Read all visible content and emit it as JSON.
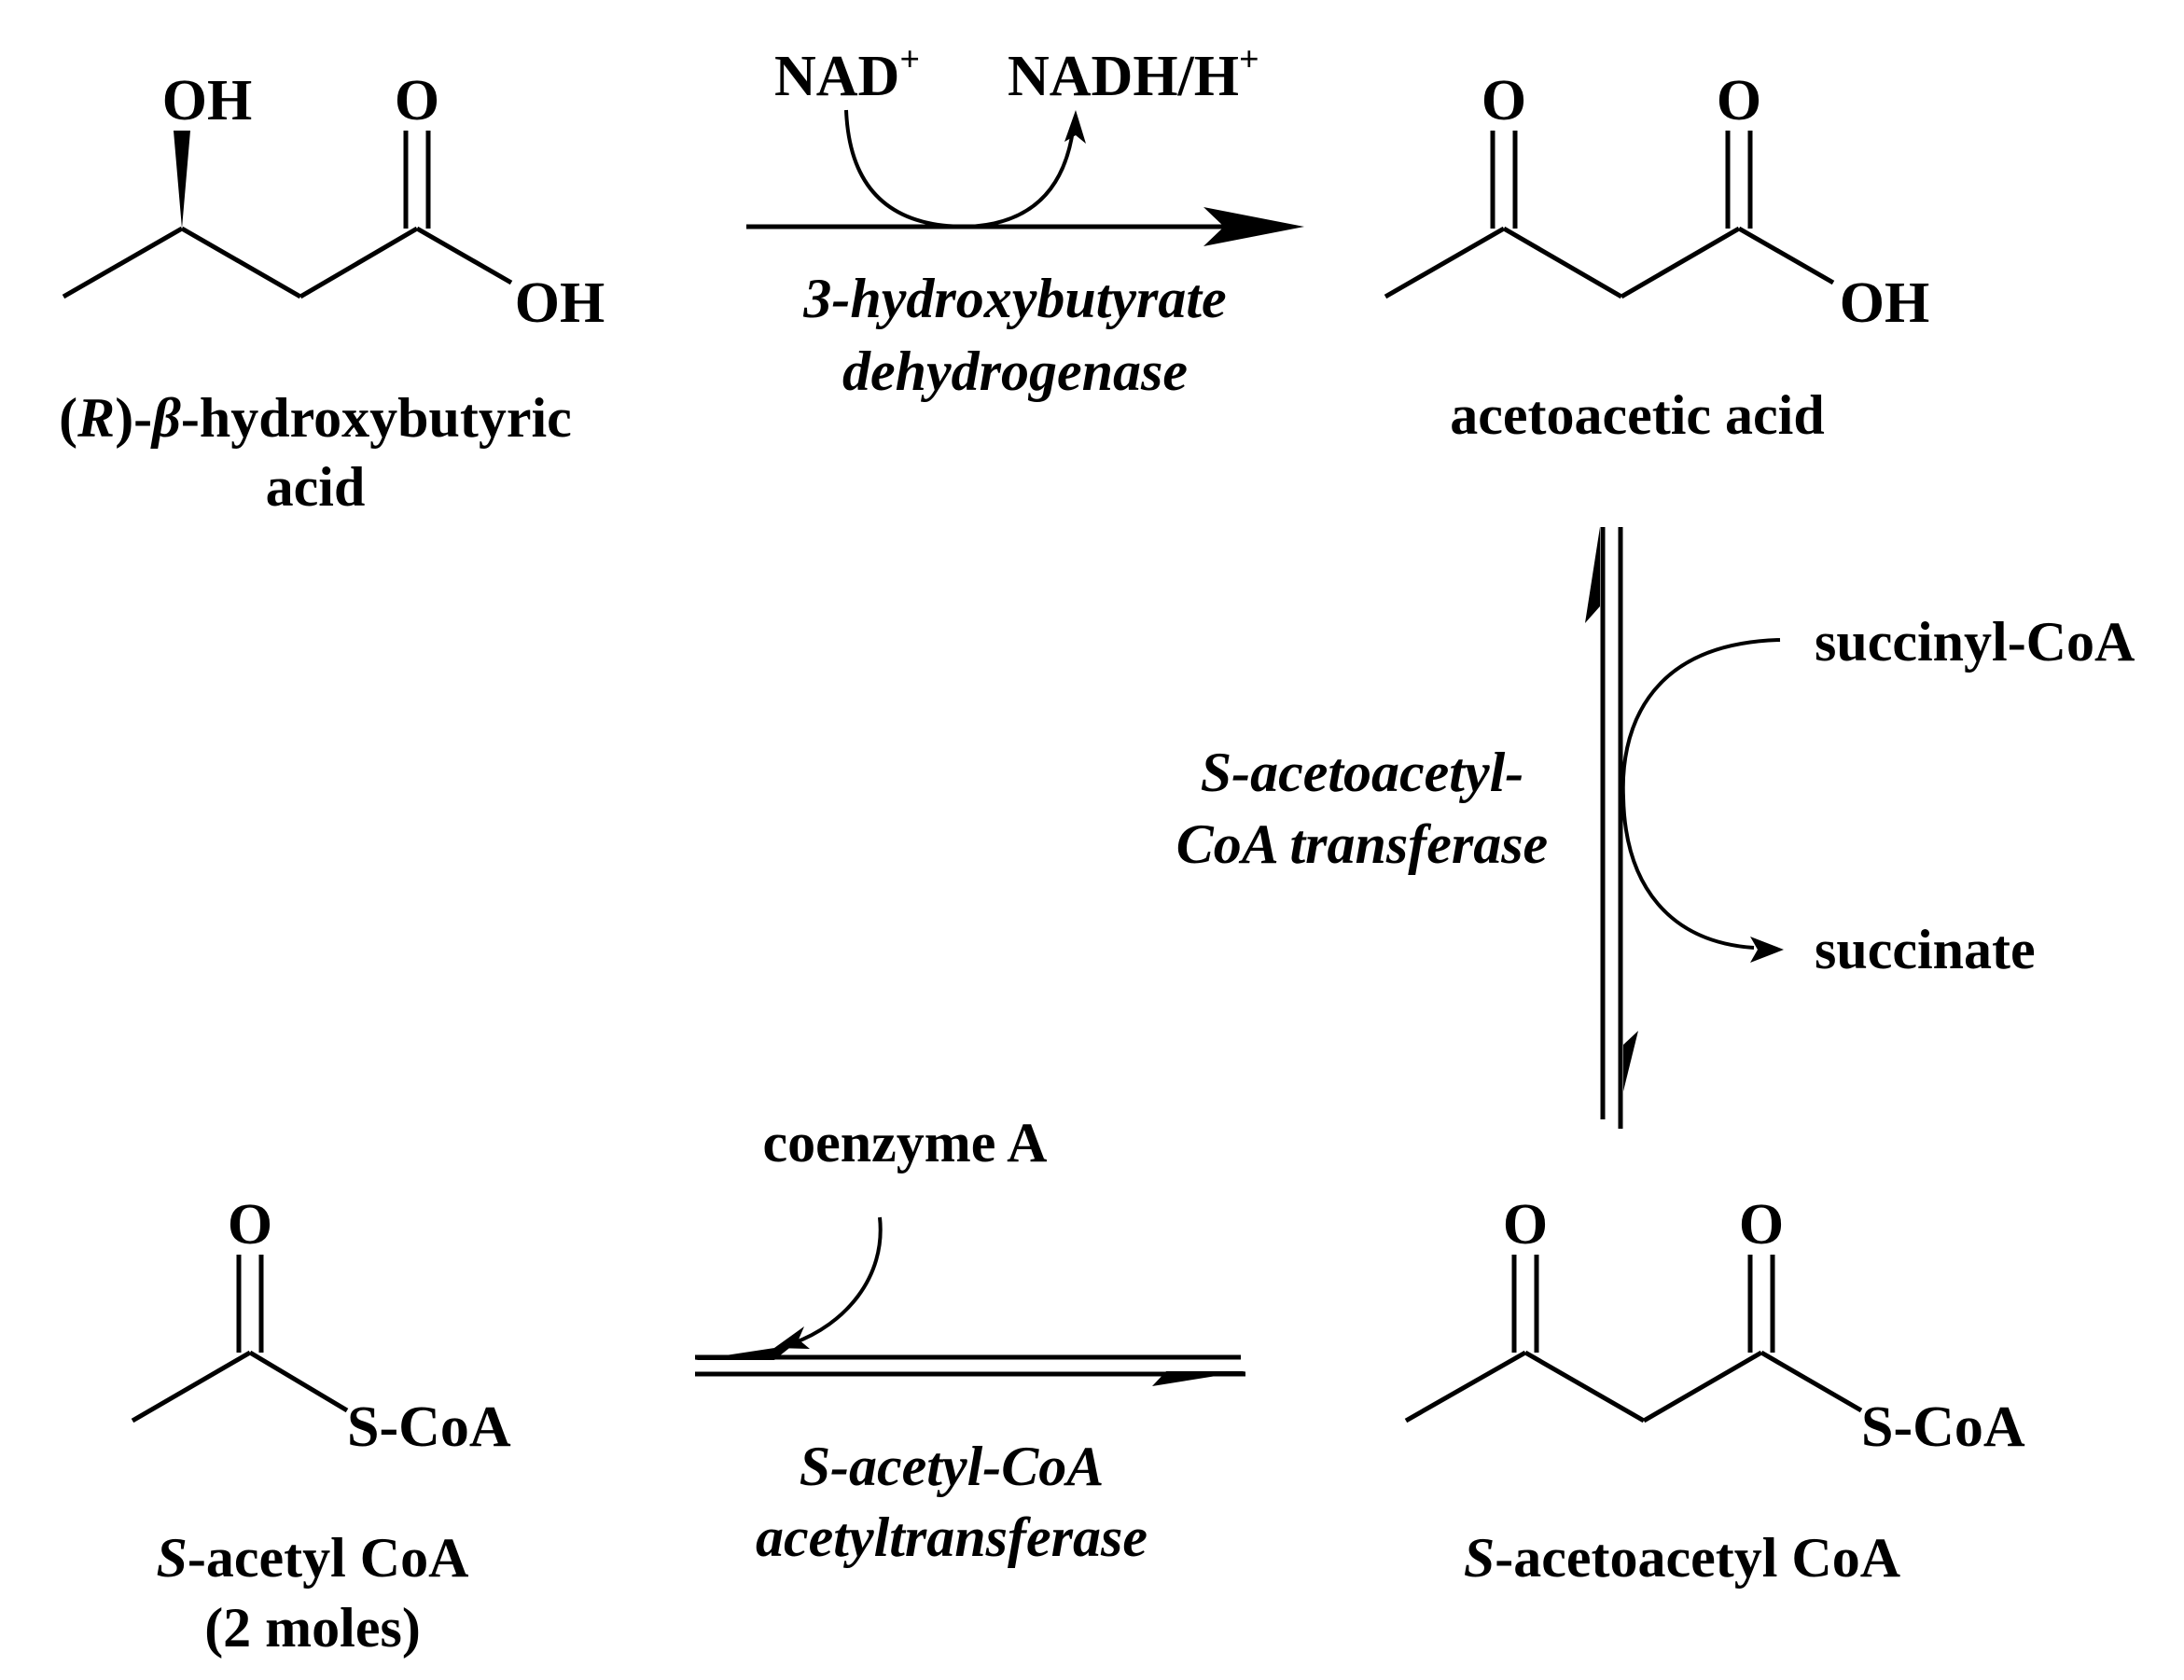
{
  "compounds": {
    "bhb": {
      "oh_top": "OH",
      "o_top": "O",
      "oh_right": "OH",
      "name_paren_open": "(",
      "name_stereo": "R",
      "name_paren_close": ")-",
      "name_beta": "β",
      "name_rest": "-hydroxybutyric",
      "name_line2": "acid"
    },
    "acetoacetic": {
      "o_left": "O",
      "o_right": "O",
      "oh": "OH",
      "name": "acetoacetic acid"
    },
    "acetoacetyl_coa": {
      "o_left": "O",
      "o_right": "O",
      "scoa": "S-CoA",
      "name_s": "S",
      "name_rest": "-acetoacetyl CoA"
    },
    "acetyl_coa": {
      "o": "O",
      "scoa": "S-CoA",
      "name_s": "S",
      "name_rest": "-acetyl CoA",
      "name_line2": "(2 moles)"
    }
  },
  "reactions": {
    "step1": {
      "cofactor_in": "NAD",
      "cofactor_in_sup": "+",
      "cofactor_out": "NADH/H",
      "cofactor_out_sup": "+",
      "enzyme_line1": "3-hydroxybutyrate",
      "enzyme_line2": "dehydrogenase"
    },
    "step2": {
      "cosubstrate_in": "succinyl-CoA",
      "coproduct_out": "succinate",
      "enzyme_line1": "S-acetoacetyl-",
      "enzyme_line2": "CoA transferase"
    },
    "step3": {
      "cosubstrate_in": "coenzyme A",
      "enzyme_line1": "S-acetyl-CoA",
      "enzyme_line2": "acetyltransferase"
    }
  }
}
